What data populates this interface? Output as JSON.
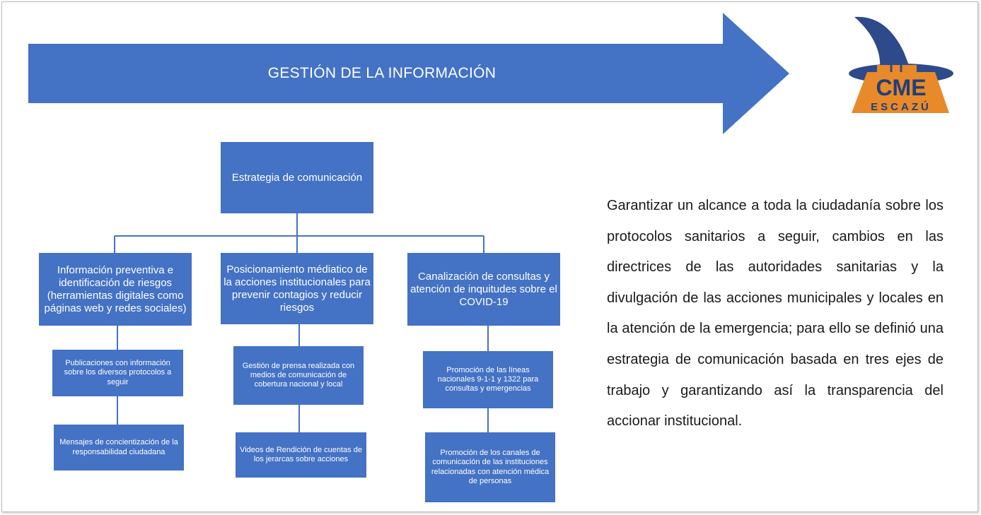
{
  "banner": {
    "title": "GESTIÓN DE LA INFORMACIÓN",
    "color": "#4472c4"
  },
  "logo": {
    "line1": "CME",
    "line2": "ESCAZÚ",
    "hat_color": "#2e4a8a",
    "accent_color": "#e8892a"
  },
  "diagram": {
    "root": "Estrategia de comunicación",
    "branches": [
      {
        "label": "Información preventiva e identificación de riesgos (herramientas digitales como páginas web y redes sociales)",
        "children": [
          "Publicaciones con información sobre los diversos protocolos a seguir",
          "Mensajes de concientización de la responsabilidad ciudadana"
        ]
      },
      {
        "label": "Posicionamiento médiatico de la acciones institucionales para prevenir contagios y reducir riesgos",
        "children": [
          "Gestión de prensa realizada con medios de comunicación de cobertura nacional y local",
          "Videos de Rendición de cuentas de los jerarcas sobre acciones"
        ]
      },
      {
        "label": "Canalización de consultas y atención de inquitudes sobre el COVID-19",
        "children": [
          "Promoción de las líneas nacionales 9-1-1 y 1322 para consultas y emergencias",
          "Promoción de los canales de comunicación de las instituciones relacionadas con atención médica de personas"
        ]
      }
    ],
    "box_color": "#4472c4",
    "line_color": "#4472c4"
  },
  "description": "Garantizar un alcance a toda la ciudadanía sobre los protocolos sanitarios a seguir, cambios en las directrices de las autoridades sanitarias y la divulgación de las acciones municipales y locales en la atención de la emergencia; para ello se definió una estrategia de comunicación basada en tres ejes de trabajo y garantizando así la transparencia del accionar institucional."
}
